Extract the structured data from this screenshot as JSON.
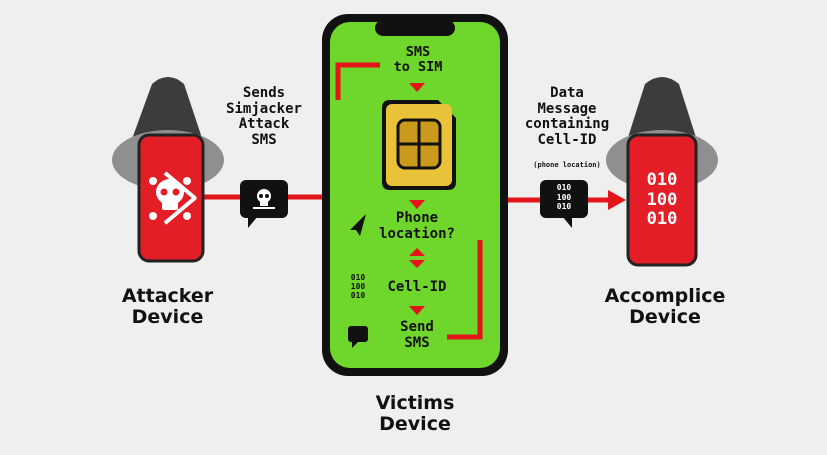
{
  "colors": {
    "background": "#efefef",
    "phone_red": "#e41e26",
    "screen_green": "#6fd62c",
    "arrow_red": "#e4141b",
    "sim_gold": "#e8c33a",
    "hood_gray": "#4a4a4a"
  },
  "attacker": {
    "label_lines": [
      "Attacker",
      "Device"
    ],
    "icon": "skull-icon",
    "action_lines": [
      "Sends",
      "Simjacker",
      "Attack",
      "SMS"
    ],
    "bubble_icon": "skull-icon"
  },
  "victim": {
    "label_lines": [
      "Victims",
      "Device"
    ],
    "steps": {
      "sms_to_sim": [
        "SMS",
        "to SIM"
      ],
      "phone_location": [
        "Phone",
        "location?"
      ],
      "cell_id": "Cell-ID",
      "cell_id_binary": [
        "010",
        "100",
        "010"
      ],
      "send_sms": [
        "Send",
        "SMS"
      ]
    },
    "icons": [
      "sim-card-icon",
      "location-arrow-icon",
      "message-icon"
    ]
  },
  "accomplice": {
    "label_lines": [
      "Accomplice",
      "Device"
    ],
    "binary_lines": [
      "010",
      "100",
      "010"
    ],
    "message_lines": [
      "Data",
      "Message",
      "containing",
      "Cell-ID"
    ],
    "message_note": "(phone location)",
    "bubble_binary": [
      "010",
      "100",
      "010"
    ]
  }
}
